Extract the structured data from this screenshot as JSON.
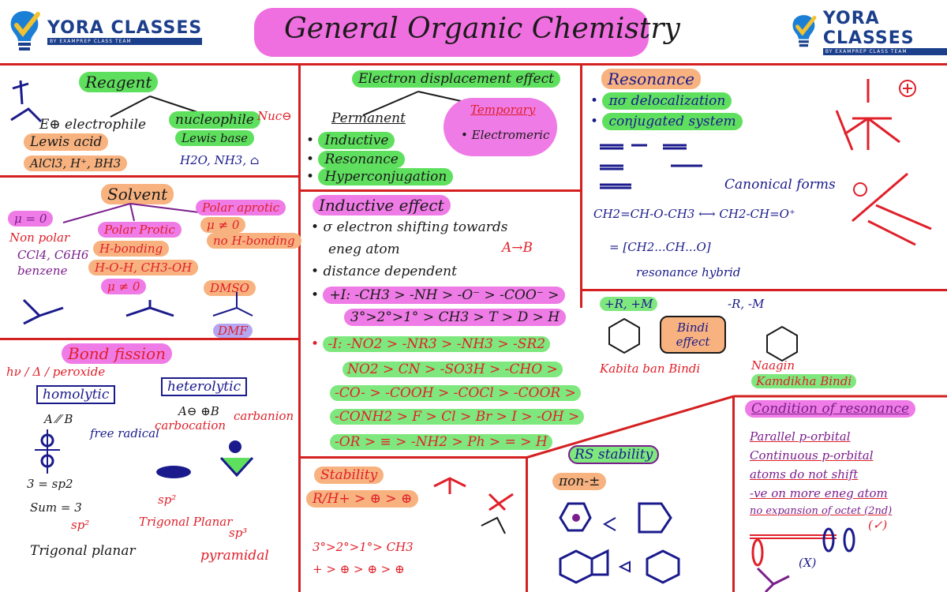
{
  "header": {
    "title": "General Organic Chemistry",
    "logo_left": {
      "name": "YORA CLASSES",
      "tagline": "BY EXAMPREP CLASS TEAM"
    },
    "logo_right": {
      "name": "YORA CLASSES",
      "tagline": "BY EXAMPREP CLASS TEAM"
    }
  },
  "reagent": {
    "heading": "Reagent",
    "electrophile": "E⊕ electrophile",
    "lewis_acid": "Lewis acid",
    "lewis_examples": "AlCl3, H⁺, BH3",
    "nucleophile": "nucleophile",
    "nuc": "Nuc⊖",
    "lewis_base": "Lewis base",
    "base_examples": "H2O, NH3, ⌂"
  },
  "edisp": {
    "heading": "Electron displacement effect",
    "permanent": "Permanent",
    "temporary": "Temporary",
    "items": [
      "Inductive",
      "Resonance",
      "Hyperconjugation"
    ],
    "temp_items": [
      "Electromeric"
    ]
  },
  "resonance": {
    "heading": "Resonance",
    "points": [
      "πσ delocalization",
      "conjugated system"
    ],
    "canonical": "Canonical forms",
    "hybrid": "resonance hybrid",
    "eq1": "CH2=CH-O-CH3 ⟷ CH2-CH=O⁺",
    "eq2": "= [CH2...CH...O]"
  },
  "solvent": {
    "heading": "Solvent",
    "nonpolar_mu": "μ = 0",
    "nonpolar": "Non polar",
    "nonpolar_examples": [
      "CCl4, C6H6",
      "benzene"
    ],
    "protic": "Polar Protic",
    "protic_hbond": "H-bonding",
    "protic_examples": "H-O-H, CH3-OH",
    "protic_mu": "μ ≠ 0",
    "aprotic": "Polar aprotic",
    "aprotic_mu": "μ ≠ 0",
    "aprotic_hbond": "no H-bonding",
    "dmso": "DMSO",
    "dmf": "DMF"
  },
  "inductive": {
    "heading": "Inductive effect",
    "points": [
      "σ electron shifting towards",
      "eneg atom",
      "distance dependent"
    ],
    "bond": "A→B",
    "plus_i": "+I: -CH3 > -NH > -O⁻ > -COO⁻ >",
    "plus_i2": "3°>2°>1° > CH3 > T > D > H",
    "minus_i": "-I: -NO2 > -NR3 > -NH3 > -SR2",
    "minus_row2": "NO2 > CN > -SO3H > -CHO >",
    "minus_row3": "-CO- > -COOH > -COCl > -COOR >",
    "minus_row4": "-CONH2 > F > Cl > Br > I > -OH >",
    "minus_row5": "-OR > ≡ > -NH2 > Ph > = > H"
  },
  "bond_fission": {
    "heading": "Bond fission",
    "conditions": "hν / Δ / peroxide",
    "homolytic": "homolytic",
    "heterolytic": "heterolytic",
    "free_radical": "free radical",
    "carbocation": "carbocation",
    "carbanion": "carbanion",
    "sp2": "sp²",
    "trigonal_planar": "Trigonal planar",
    "sp3": "sp³",
    "pyramidal": "pyramidal",
    "trigonal_planar2": "Trigonal Planar",
    "homo_bond": "A ⁄⁄ B",
    "hetero_bond": "A⊖ ⊕B",
    "hybrid_note": "3 = sp2",
    "sum_note": "Sum = 3"
  },
  "hyper": {
    "heading": "Stability",
    "row1": "R/H+ > ⊕ > ⊕",
    "row2": "3°>2°>1°> CH3",
    "row3": "+ > ⊕ > ⊕ > ⊕"
  },
  "bindi": {
    "plus_r": "+R, +M",
    "minus_r": "-R, -M",
    "box": "Bindi effect",
    "kabita": "Kabita ban Bindi",
    "nagin": "Naagin",
    "kamdikha": "Kamdikha Bindi"
  },
  "rs": {
    "heading": "RS stability",
    "sub": "πon-±"
  },
  "cond": {
    "heading": "Condition of resonance",
    "items": [
      "Parallel p-orbital",
      "Continuous p-orbital",
      "atoms do not shift",
      "-ve on more eneg atom",
      "no expansion of octet (2nd)"
    ],
    "ok": "(✓)",
    "no": "(X)"
  }
}
